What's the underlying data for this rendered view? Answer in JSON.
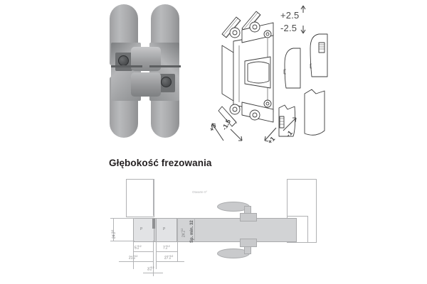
{
  "product": {
    "photo_alt": "concealed-3d-adjustable-door-hinge",
    "finish_color": "#a7a8aa"
  },
  "adjustments": {
    "vertical": {
      "plus": "+2.5",
      "minus": "-2.5"
    },
    "depth": {
      "plus": "+3",
      "minus": "-1.5"
    },
    "lateral": {
      "plus": "+1",
      "minus": "-1"
    }
  },
  "section": {
    "heading": "Głębokość frezowania"
  },
  "drawing": {
    "open_label": "Otwarte 0°",
    "thickness_label": "Sp. min. 32",
    "pocket_label_left": "P",
    "pocket_label_right": "P",
    "dimensions": {
      "height": "24",
      "height_tol_upper": "+0.2",
      "height_tol_lower": "-0",
      "depth_inner": "24",
      "depth_inner_tol_upper": "+0.2",
      "depth_inner_tol_lower": "-0",
      "d5": "5",
      "d5_tol_upper": "+0.2",
      "d5_tol_lower": "-0",
      "d7": "7",
      "d7_tol_upper": "+0.2",
      "d7_tol_lower": "-0",
      "d21": "21",
      "d21_tol_upper": "+0.2",
      "d21_tol_lower": "-0",
      "d27": "27",
      "d27_tol_upper": "+0.2",
      "d27_tol_lower": "-0",
      "d3": "3",
      "d3_tol_upper": "+0.2",
      "d3_tol_lower": "-0"
    }
  },
  "colors": {
    "line": "#b3b4b6",
    "fill": "#d2d3d5",
    "text": "#231f20"
  }
}
